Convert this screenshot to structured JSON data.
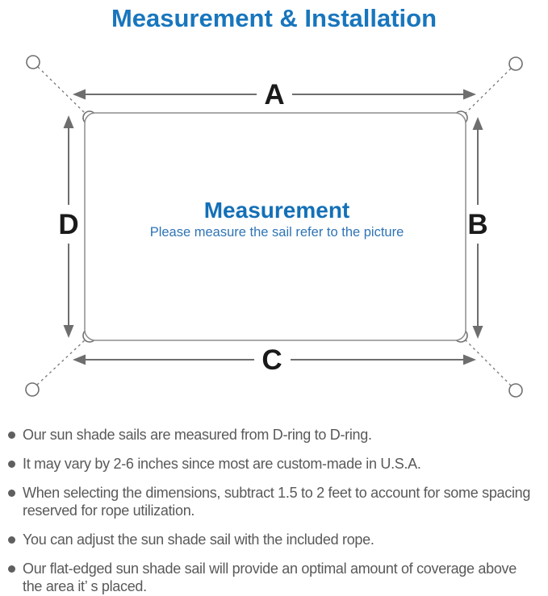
{
  "title": "Measurement & Installation",
  "diagram": {
    "side_labels": {
      "top": "A",
      "right": "B",
      "bottom": "C",
      "left": "D"
    },
    "center_title": "Measurement",
    "center_subtitle": "Please measure the sail refer to the picture"
  },
  "notes": [
    "Our sun shade sails are measured from D-ring to D-ring.",
    "It may vary by 2-6 inches since most are custom-made in U.S.A.",
    "When selecting the dimensions, subtract 1.5 to 2 feet to account for some spacing reserved for rope utilization.",
    "You can adjust the sun shade sail with the included rope.",
    "Our flat-edged sun shade sail will provide an optimal amount of coverage above the area it’ s placed."
  ],
  "colors": {
    "title_blue": "#1876BD",
    "center_title_blue": "#1370B7",
    "subtitle_blue": "#2F74B5",
    "diagram_line_gray": "#8d8d8d",
    "arrow_gray": "#6e6e6e",
    "label_black": "#1a1a1a",
    "note_text_gray": "#595959"
  }
}
